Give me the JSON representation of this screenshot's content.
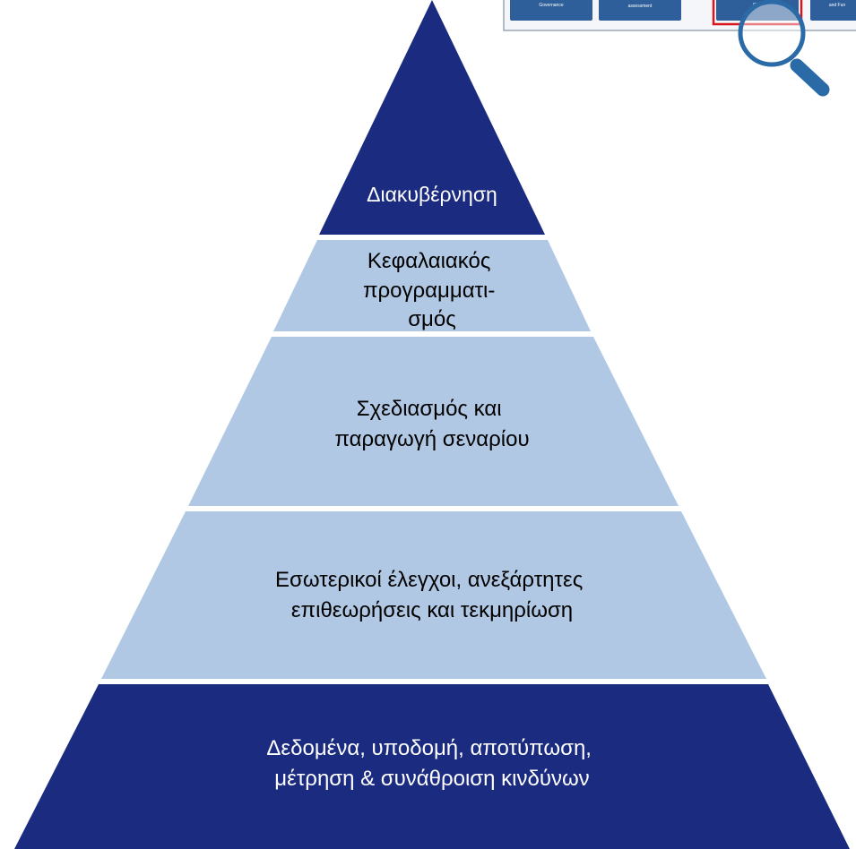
{
  "colors": {
    "dark_blue": "#1a2b80",
    "light_blue": "#b0c8e3",
    "white": "#ffffff",
    "black": "#000000",
    "magnifier_blue": "#2a6aa6",
    "thumbnail_blue": "#2f5f9a",
    "highlight_red": "#d9141e"
  },
  "pyramid": {
    "levels": [
      {
        "id": "governance",
        "lines": [
          "Διακυβέρνηση"
        ],
        "fill": "dark_blue",
        "text_color": "white"
      },
      {
        "id": "capital-planning",
        "lines": [
          "Κεφαλαιακός",
          "προγραμματι-",
          "σμός"
        ],
        "fill": "light_blue",
        "text_color": "black"
      },
      {
        "id": "scenario-design",
        "lines": [
          "Σχεδιασμός και",
          "παραγωγή σεναρίου"
        ],
        "fill": "light_blue",
        "text_color": "black"
      },
      {
        "id": "internal-controls",
        "lines": [
          "Εσωτερικοί έλεγχοι, ανεξάρτητες",
          "επιθεωρήσεις και τεκμηρίωση"
        ],
        "fill": "light_blue",
        "text_color": "black"
      },
      {
        "id": "data-infrastructure",
        "lines": [
          "Δεδομένα, υποδομή, αποτύπωση,",
          "μέτρηση & συνάθροιση κινδύνων"
        ],
        "fill": "dark_blue",
        "text_color": "white"
      }
    ]
  },
  "thumbnail": {
    "icon": "magnifying-glass-icon",
    "tiles": [
      {
        "lines": [
          "Governance"
        ]
      },
      {
        "lines": [
          "assessment"
        ]
      },
      {
        "lines": [
          "Risk"
        ]
      },
      {
        "lines": [
          "and Fun"
        ]
      }
    ],
    "highlighted_tile": 2
  }
}
